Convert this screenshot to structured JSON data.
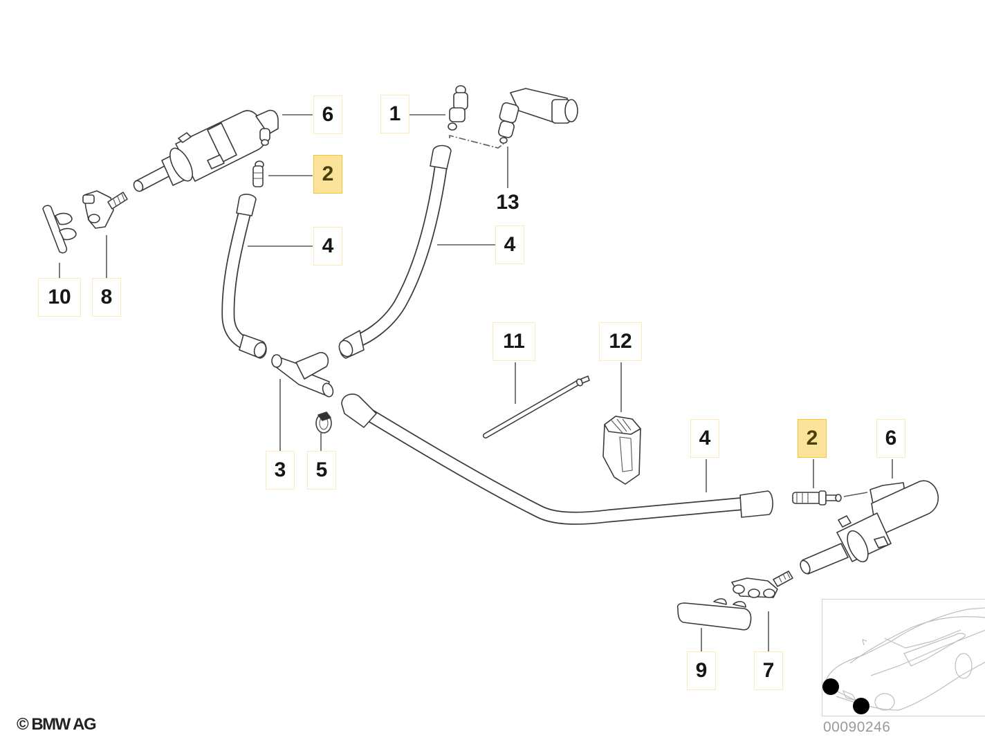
{
  "diagram": {
    "copyright": "© BMW AG",
    "diagram_number": "00090246",
    "colors": {
      "callout_border": "#fbe9b8",
      "callout_highlight_fill": "#fbe49a",
      "callout_highlight_border": "#f3c63a",
      "line": "#3a3a3a",
      "location_marker": "#000000"
    },
    "callouts": [
      {
        "id": "c6-top",
        "label": "6",
        "highlighted": false
      },
      {
        "id": "c2-top",
        "label": "2",
        "highlighted": true
      },
      {
        "id": "c4-left",
        "label": "4",
        "highlighted": false
      },
      {
        "id": "c10",
        "label": "10",
        "highlighted": false
      },
      {
        "id": "c8",
        "label": "8",
        "highlighted": false
      },
      {
        "id": "c1",
        "label": "1",
        "highlighted": false
      },
      {
        "id": "c13",
        "label": "13",
        "highlighted": false
      },
      {
        "id": "c4-mid",
        "label": "4",
        "highlighted": false
      },
      {
        "id": "c11",
        "label": "11",
        "highlighted": false
      },
      {
        "id": "c12",
        "label": "12",
        "highlighted": false
      },
      {
        "id": "c3",
        "label": "3",
        "highlighted": false
      },
      {
        "id": "c5",
        "label": "5",
        "highlighted": false
      },
      {
        "id": "c4-right",
        "label": "4",
        "highlighted": false
      },
      {
        "id": "c2-right",
        "label": "2",
        "highlighted": true
      },
      {
        "id": "c6-right",
        "label": "6",
        "highlighted": false
      },
      {
        "id": "c9",
        "label": "9",
        "highlighted": false
      },
      {
        "id": "c7",
        "label": "7",
        "highlighted": false
      }
    ]
  }
}
